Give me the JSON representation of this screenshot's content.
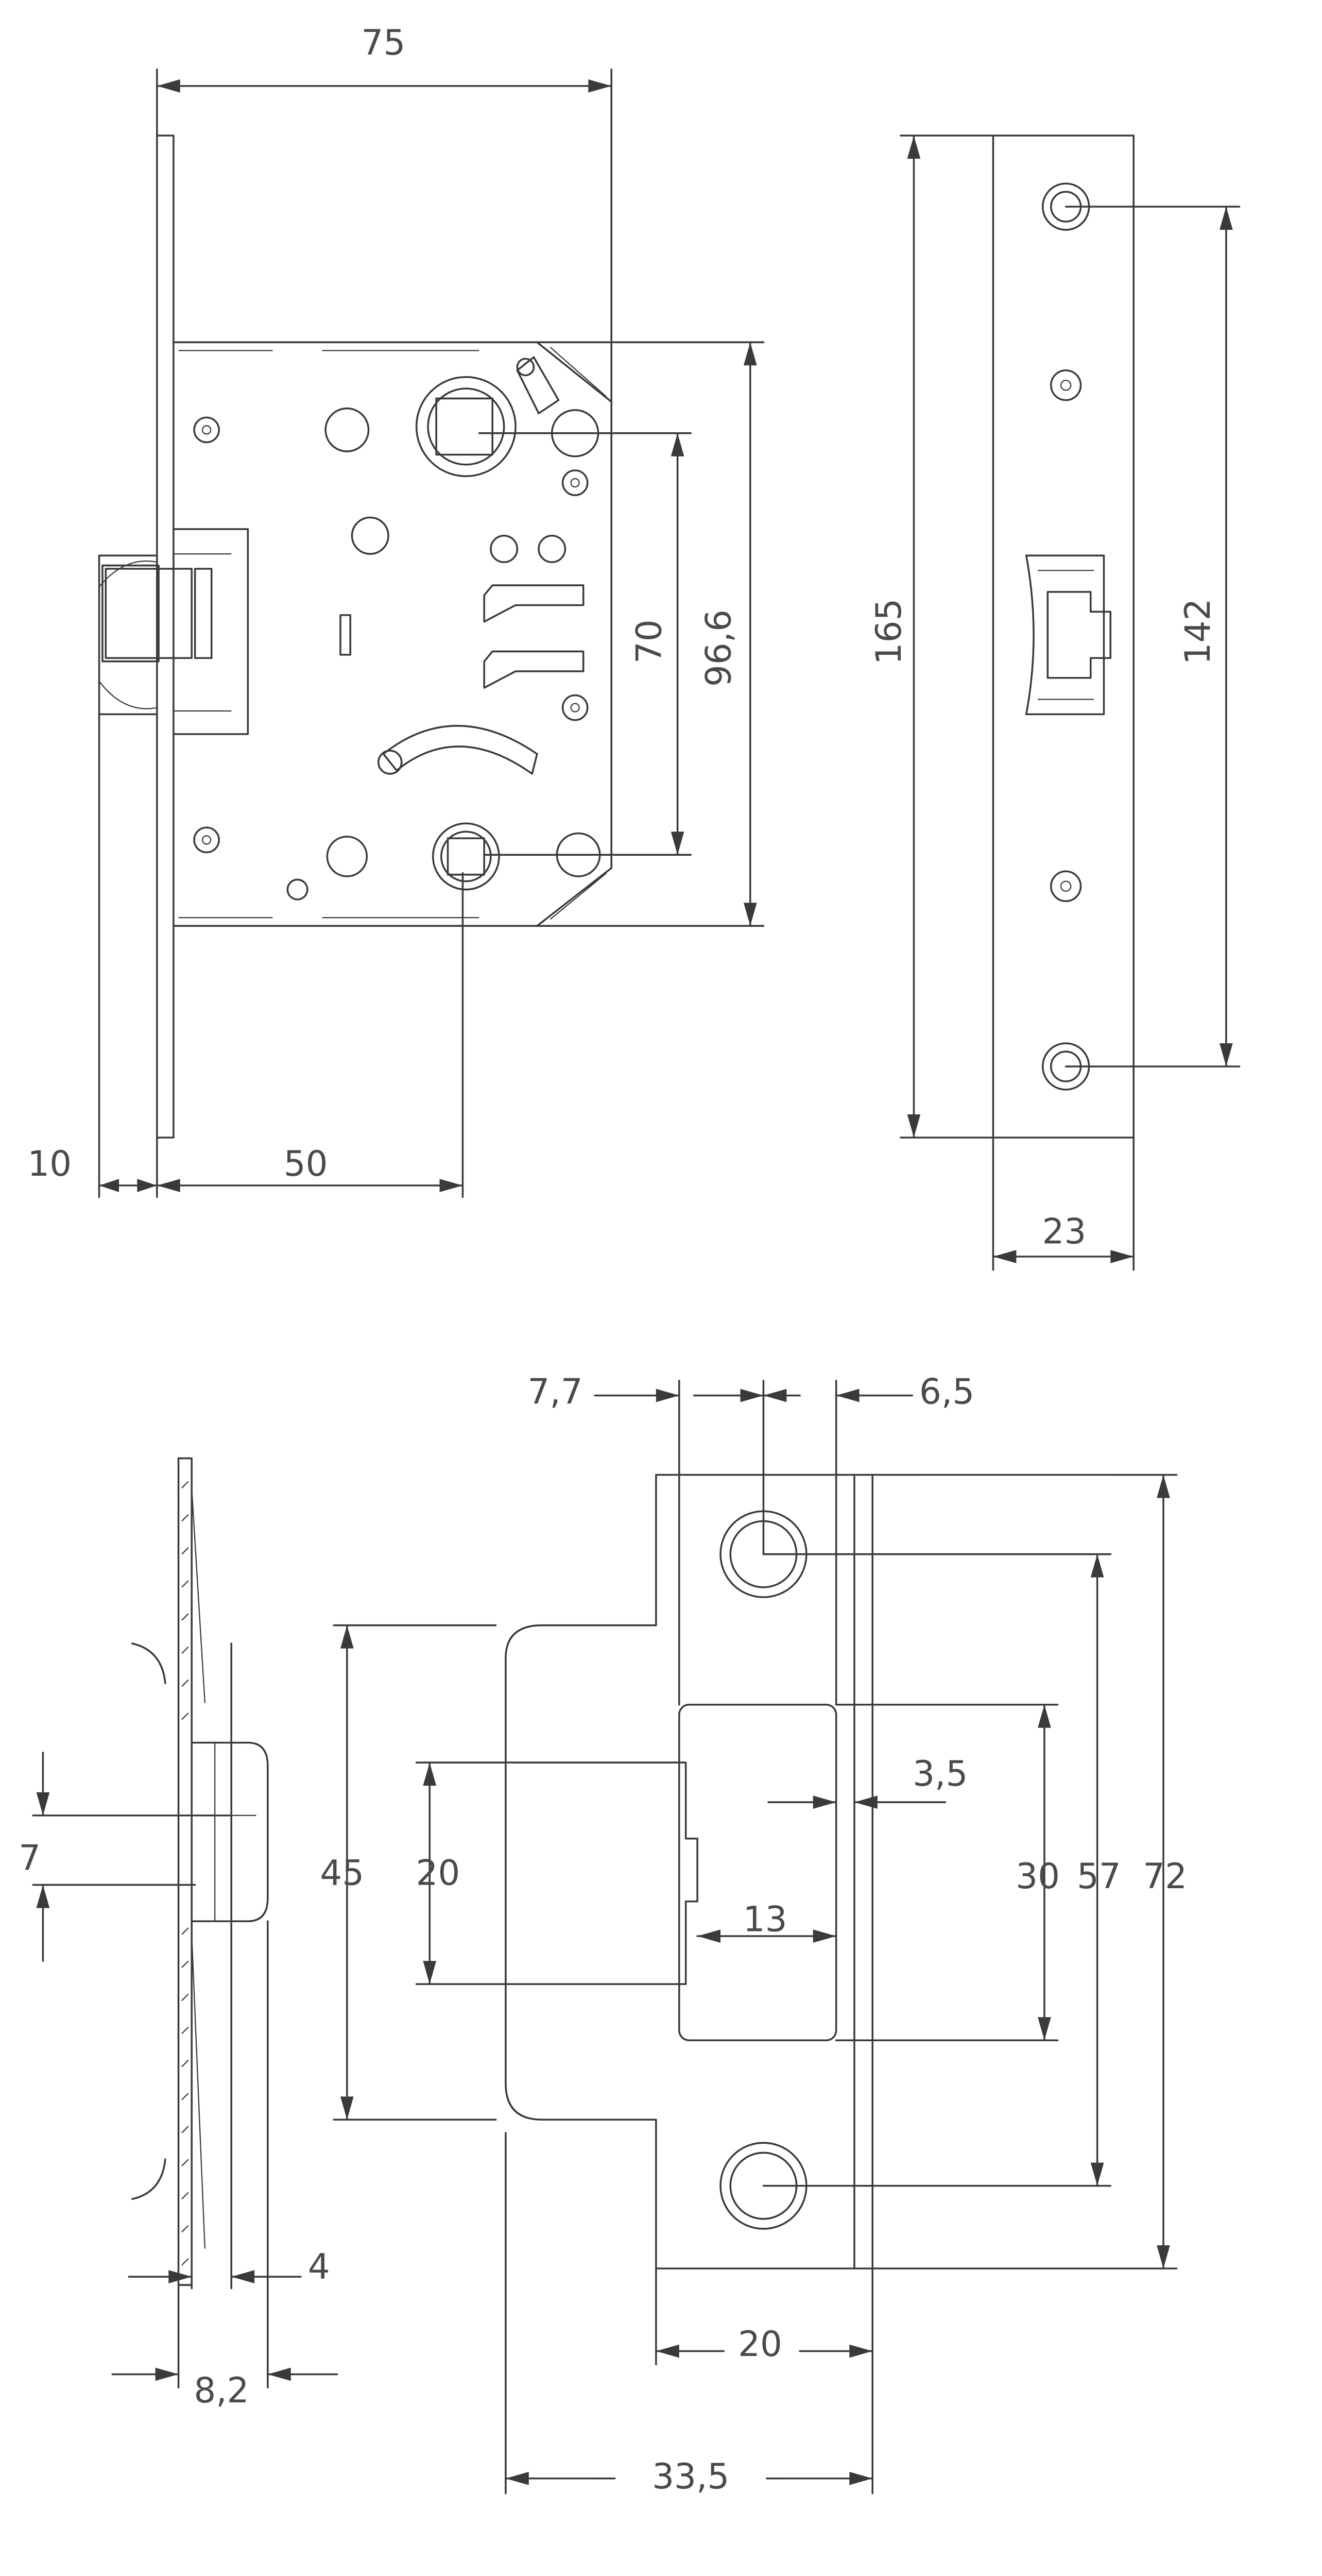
{
  "dimensions": {
    "lock_total_depth": "75",
    "lock_backset": "50",
    "lock_latch_projection": "10",
    "lock_spindle_centers": "70",
    "lock_case_height": "96,6",
    "faceplate_length": "165",
    "faceplate_screw_centers": "142",
    "faceplate_width": "23",
    "strike_edge_to_hole": "7,7",
    "strike_hole_to_edge": "6,5",
    "strike_slot_step": "3,5",
    "strike_slot_depth": "13",
    "strike_latch_height": "20",
    "strike_lip_height": "45",
    "strike_pocket_height": "30",
    "strike_screw_centers": "57",
    "strike_plate_height": "72",
    "strike_plate_width": "20",
    "strike_total_width": "33,5",
    "side_latch_thickness": "7",
    "side_plate_offset": "4",
    "side_total_offset": "8,2"
  }
}
